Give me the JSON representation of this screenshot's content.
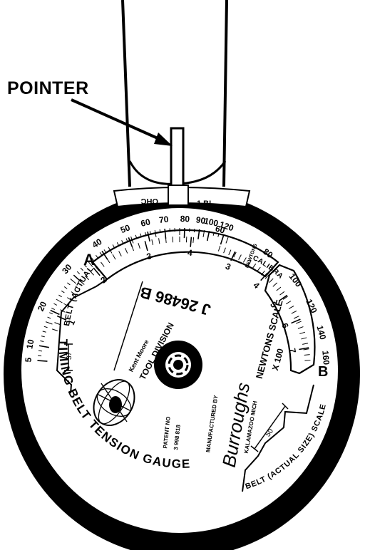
{
  "pointer_label": "POINTER",
  "top_marks": {
    "left": "OHC",
    "right": "1 BL"
  },
  "belt_scale": {
    "marks": [
      {
        "label": "5",
        "deg": -86
      },
      {
        "label": "10",
        "deg": -80
      },
      {
        "label": "20",
        "deg": -65
      },
      {
        "label": "30",
        "deg": -48
      },
      {
        "label": "40",
        "deg": -33
      },
      {
        "label": "50",
        "deg": -21
      },
      {
        "label": "60",
        "deg": -13
      },
      {
        "label": "70",
        "deg": -6
      },
      {
        "label": "80",
        "deg": 2
      },
      {
        "label": "90",
        "deg": 8
      },
      {
        "label": "100",
        "deg": 12
      },
      {
        "label": "120",
        "deg": 18
      }
    ]
  },
  "a_scale": {
    "letter": "A",
    "marks": [
      {
        "label": "1",
        "deg": -66
      },
      {
        "label": "2",
        "deg": -40
      },
      {
        "label": "3",
        "deg": -15
      },
      {
        "label": "4",
        "deg": 5
      }
    ]
  },
  "newtons_scale": {
    "calibrate": "CALIBRATE",
    "newtons_word": "NEWTONS",
    "title": "NEWTONS SCALE",
    "factor": "X 100",
    "marks_outer": [
      {
        "label": "60",
        "deg": 16
      },
      {
        "label": "80",
        "deg": 37
      },
      {
        "label": "100",
        "deg": 52
      },
      {
        "label": "120",
        "deg": 64
      },
      {
        "label": "140",
        "deg": 75
      },
      {
        "label": "160",
        "deg": 85
      }
    ],
    "marks_inner": [
      {
        "label": "3",
        "deg": 25
      },
      {
        "label": "4",
        "deg": 42
      },
      {
        "label": "5",
        "deg": 55
      },
      {
        "label": "6",
        "deg": 67
      },
      {
        "label": "7",
        "deg": 80
      }
    ]
  },
  "belt_scale_b": {
    "letter": "B",
    "label": "BELT (ACTUAL SIZE) SCALE",
    "spacing": "50"
  },
  "belt_scale_left": {
    "label": "BELT (ACTUAL SIZE) SCALE",
    "spacing": "37"
  },
  "serial": "J 26486 B",
  "tool_division": {
    "line1": "Kent Moore",
    "line2": "TOOL DIVISION"
  },
  "patent": {
    "line1": "PATENT NO",
    "line2": "3 998 818"
  },
  "manufacturer": {
    "line1": "MANUFACTURED BY",
    "signature": "Burroughs",
    "city": "KALAMAZOO MICH"
  },
  "gauge_title": "TIMING BELT TENSION GAUGE"
}
